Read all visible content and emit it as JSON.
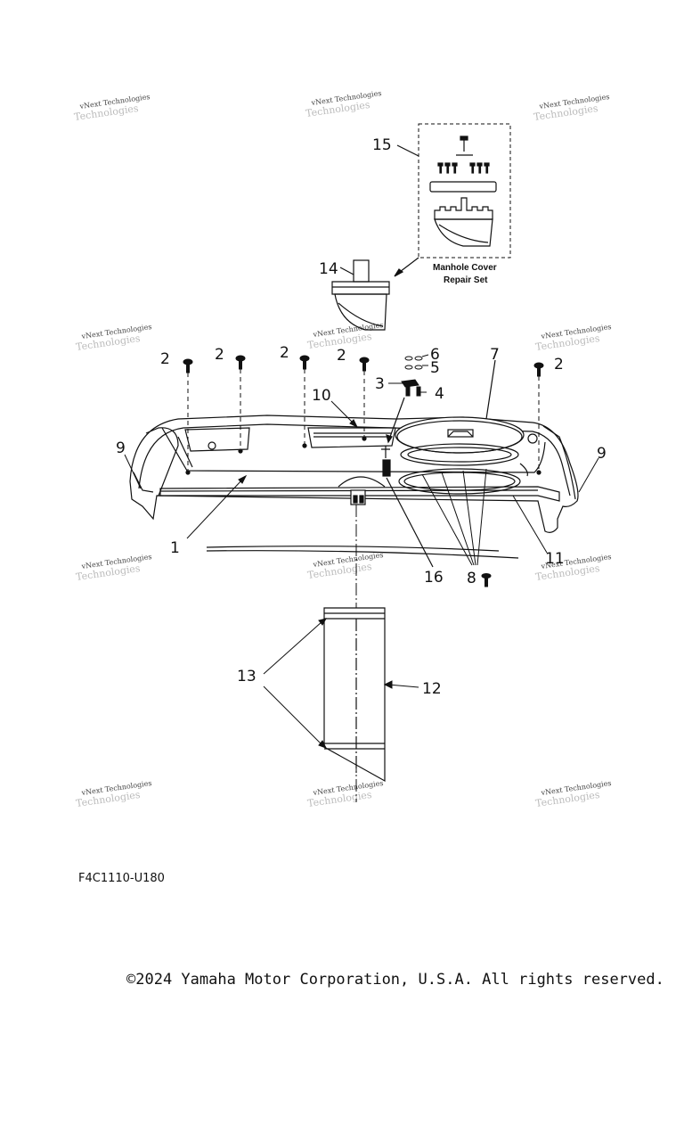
{
  "diagram": {
    "callouts": {
      "c1": "1",
      "c2a": "2",
      "c2b": "2",
      "c2c": "2",
      "c2d": "2",
      "c2e": "2",
      "c3": "3",
      "c4": "4",
      "c5": "5",
      "c6": "6",
      "c7": "7",
      "c8": "8",
      "c9a": "9",
      "c9b": "9",
      "c10": "10",
      "c11": "11",
      "c12": "12",
      "c13": "13",
      "c14": "14",
      "c15": "15",
      "c16": "16"
    },
    "kit_label_line1": "Manhole Cover",
    "kit_label_line2": "Repair Set",
    "watermark_line1": "vNext Technologies",
    "watermark_line2": "Technologies"
  },
  "footer": {
    "diagram_code": "F4C1110-U180",
    "copyright": "©2024 Yamaha Motor Corporation, U.S.A. All rights reserved."
  }
}
